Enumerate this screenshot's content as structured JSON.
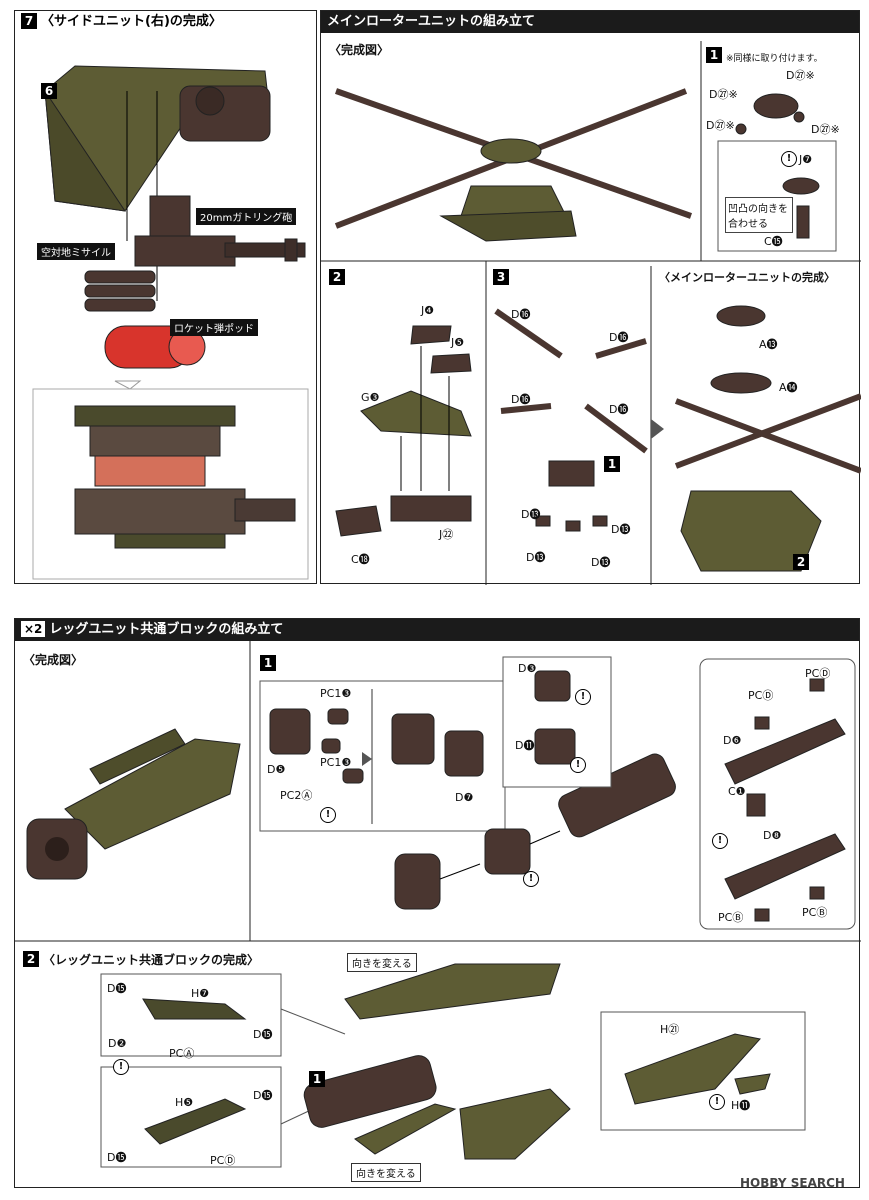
{
  "colors": {
    "olive": "#5d5c34",
    "olive_dark": "#3e3c22",
    "brown": "#4a3630",
    "brown_dark": "#2c1f1b",
    "red": "#d8342c",
    "header_bg": "#1b1b1b"
  },
  "section7": {
    "num": "7",
    "title": "〈サイドユニット(右)の完成〉",
    "step_ref": "6",
    "labels": {
      "gatling": "20mmガトリング砲",
      "missile": "空対地ミサイル",
      "rocket": "ロケット弾ポッド"
    }
  },
  "rotor": {
    "title": "メインローターユニットの組み立て",
    "complete_label": "〈完成図〉",
    "step1": {
      "num": "1",
      "note": "※同様に取り付けます。",
      "parts": [
        "D㉗※",
        "D㉗※",
        "D㉗※",
        "D㉗※"
      ],
      "j": "J❼",
      "c": "C⓯",
      "hint": "凹凸の向きを合わせる"
    },
    "step2": {
      "num": "2",
      "parts": {
        "j4": "J❹",
        "j5": "J❺",
        "g3": "G❸",
        "j22": "J㉒",
        "c18": "C⓲"
      }
    },
    "step3": {
      "num": "3",
      "parts": {
        "d16": "D⓰",
        "d13": "D⓭"
      },
      "sub_ref": "1"
    },
    "complete": {
      "title": "〈メインローターユニットの完成〉",
      "a13": "A⓭",
      "a14": "A⓮",
      "sub_ref": "2"
    }
  },
  "leg": {
    "mult": "×2",
    "title": "レッグユニット共通ブロックの組み立て",
    "complete_label": "〈完成図〉",
    "step1": {
      "num": "1",
      "parts": {
        "pc1b_a": "PC1❸",
        "pc1b_b": "PC1❸",
        "pc2a": "PC2Ⓐ",
        "d5": "D❺",
        "d7": "D❼",
        "d3": "D❸",
        "d11": "D⓫",
        "pcd_a": "PCⒹ",
        "pcd_b": "PCⒹ",
        "d6": "D❻",
        "c1": "C❶",
        "d8": "D❽",
        "pcb_a": "PCⒷ",
        "pcb_b": "PCⒷ"
      }
    },
    "step2": {
      "num": "2",
      "title": "〈レッグユニット共通ブロックの完成〉",
      "parts": {
        "d15a": "D⓯",
        "h7": "H❼",
        "d15b": "D⓯",
        "d2": "D❷",
        "pca": "PCⒶ",
        "h5": "H❺",
        "d15c": "D⓯",
        "d15d": "D⓯",
        "pcd": "PCⒹ",
        "h21": "H㉑",
        "h11": "H⓫"
      },
      "orient_top": "向きを変える",
      "orient_bottom": "向きを変える",
      "sub_ref": "1"
    }
  },
  "watermark": "HOBBY SEARCH"
}
